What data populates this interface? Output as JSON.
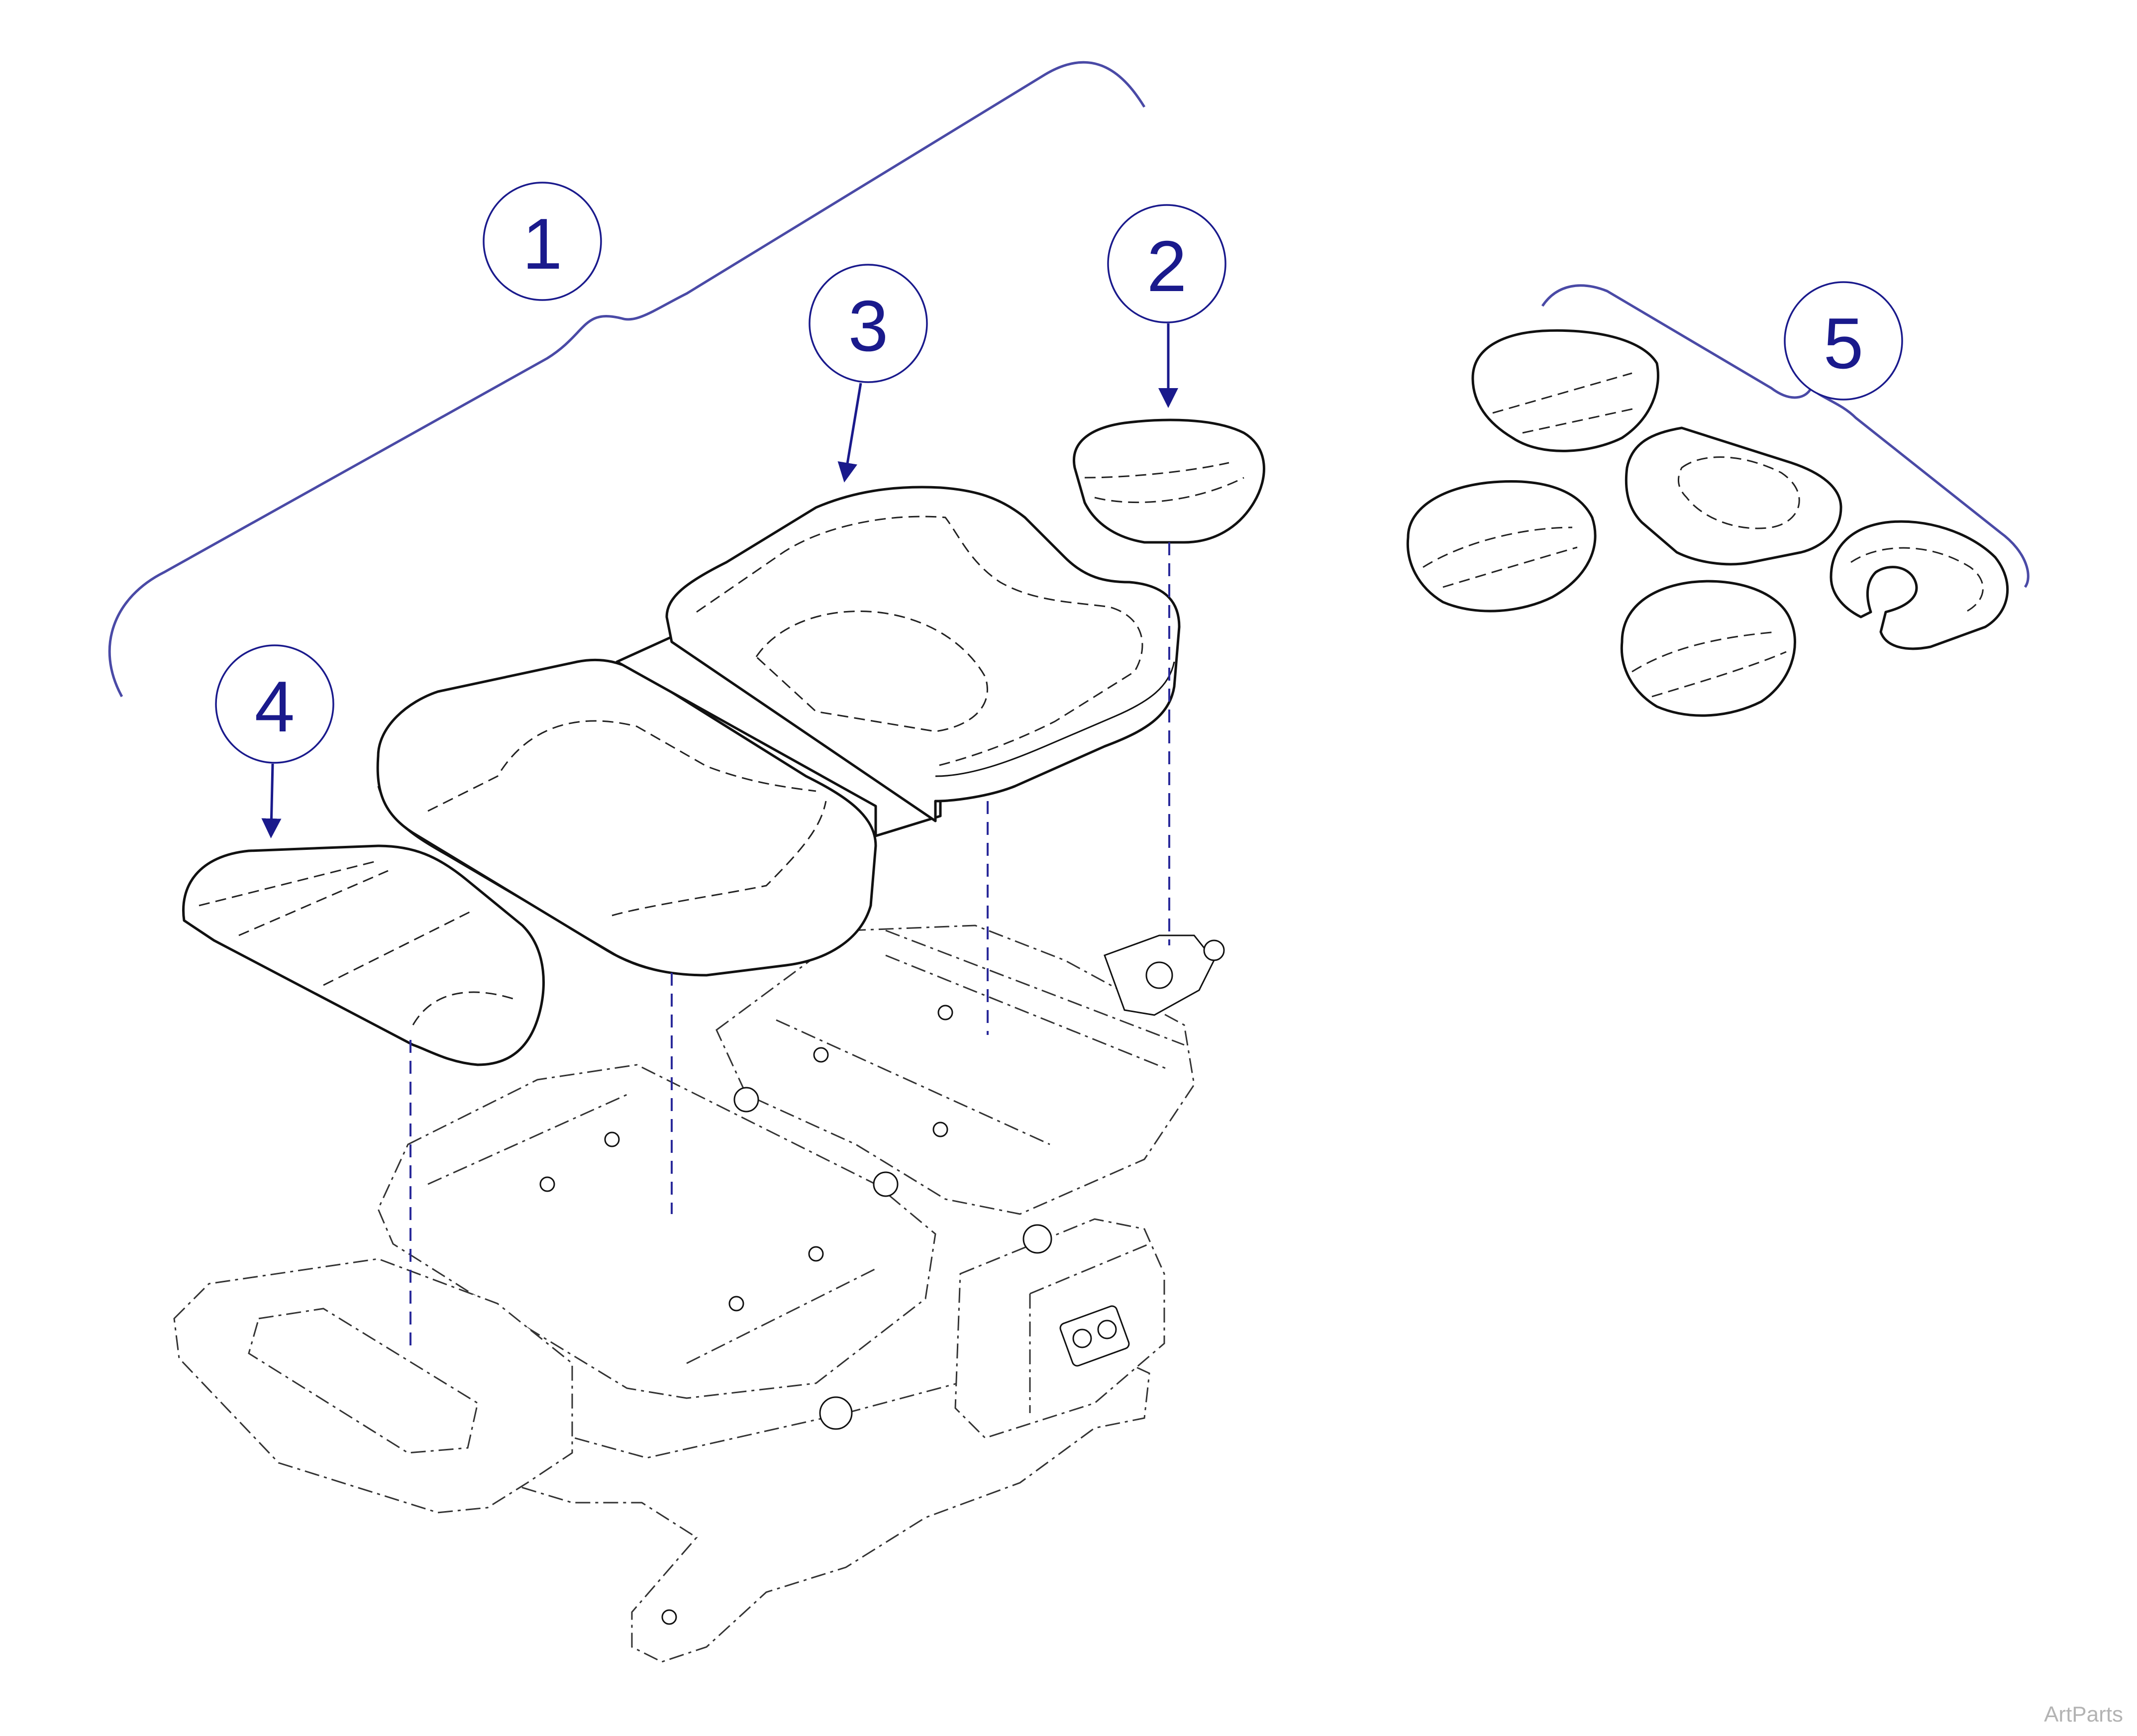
{
  "callouts": [
    {
      "label": "1"
    },
    {
      "label": "2"
    },
    {
      "label": "3"
    },
    {
      "label": "4"
    },
    {
      "label": "5"
    }
  ],
  "watermark": "ArtParts",
  "colors": {
    "callout": "#1a1a8c",
    "bracket": "#4a4aa6",
    "line": "#111111",
    "watermark": "#b3b3b3"
  }
}
